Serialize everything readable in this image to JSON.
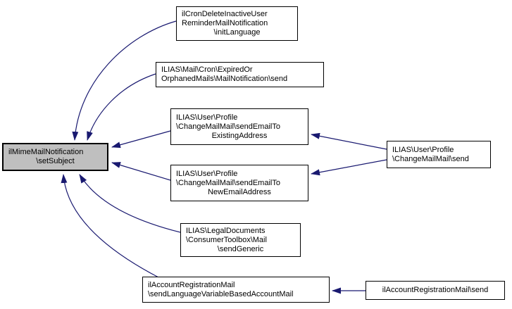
{
  "colors": {
    "edge": "#191970",
    "node_border": "#000000",
    "node_fill": "#ffffff",
    "focus_node_fill": "#bfbfbf",
    "background": "#ffffff"
  },
  "nodes": {
    "set_subject": {
      "lines": [
        "ilMimeMailNotification",
        "\\setSubject"
      ]
    },
    "init_language": {
      "lines": [
        "ilCronDeleteInactiveUser",
        "ReminderMailNotification",
        "\\initLanguage"
      ]
    },
    "expired_or_orphaned_mails_send": {
      "lines": [
        "ILIAS\\Mail\\Cron\\ExpiredOr",
        "OrphanedMails\\MailNotification\\send"
      ]
    },
    "send_email_to_existing_address": {
      "lines": [
        "ILIAS\\User\\Profile",
        "\\ChangeMailMail\\sendEmailTo",
        "ExistingAddress"
      ]
    },
    "send_email_to_new_email_address": {
      "lines": [
        "ILIAS\\User\\Profile",
        "\\ChangeMailMail\\sendEmailTo",
        "NewEmailAddress"
      ]
    },
    "send_generic": {
      "lines": [
        "ILIAS\\LegalDocuments",
        "\\ConsumerToolbox\\Mail",
        "\\sendGeneric"
      ]
    },
    "send_language_variable_based_account_mail": {
      "lines": [
        "ilAccountRegistrationMail",
        "\\sendLanguageVariableBasedAccountMail"
      ]
    },
    "change_mail_mail_send": {
      "lines": [
        "ILIAS\\User\\Profile",
        "\\ChangeMailMail\\send"
      ]
    },
    "account_registration_mail_send": {
      "lines": [
        "ilAccountRegistrationMail\\send"
      ]
    }
  },
  "edges": [
    {
      "from": "init_language",
      "to": "set_subject"
    },
    {
      "from": "expired_or_orphaned_mails_send",
      "to": "set_subject"
    },
    {
      "from": "send_email_to_existing_address",
      "to": "set_subject"
    },
    {
      "from": "send_email_to_new_email_address",
      "to": "set_subject"
    },
    {
      "from": "send_generic",
      "to": "set_subject"
    },
    {
      "from": "send_language_variable_based_account_mail",
      "to": "set_subject"
    },
    {
      "from": "change_mail_mail_send",
      "to": "send_email_to_existing_address"
    },
    {
      "from": "change_mail_mail_send",
      "to": "send_email_to_new_email_address"
    },
    {
      "from": "account_registration_mail_send",
      "to": "send_language_variable_based_account_mail"
    }
  ]
}
